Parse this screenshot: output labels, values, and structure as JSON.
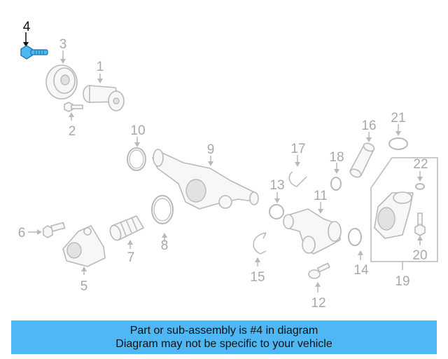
{
  "diagram": {
    "highlight_color": "#4fb8f4",
    "callouts": [
      {
        "id": "c1",
        "label": "1"
      },
      {
        "id": "c2",
        "label": "2"
      },
      {
        "id": "c3",
        "label": "3"
      },
      {
        "id": "c4",
        "label": "4"
      },
      {
        "id": "c5",
        "label": "5"
      },
      {
        "id": "c6",
        "label": "6"
      },
      {
        "id": "c7",
        "label": "7"
      },
      {
        "id": "c8",
        "label": "8"
      },
      {
        "id": "c9",
        "label": "9"
      },
      {
        "id": "c10",
        "label": "10"
      },
      {
        "id": "c11",
        "label": "11"
      },
      {
        "id": "c12",
        "label": "12"
      },
      {
        "id": "c13",
        "label": "13"
      },
      {
        "id": "c14",
        "label": "14"
      },
      {
        "id": "c15",
        "label": "15"
      },
      {
        "id": "c16",
        "label": "16"
      },
      {
        "id": "c17",
        "label": "17"
      },
      {
        "id": "c18",
        "label": "18"
      },
      {
        "id": "c19",
        "label": "19"
      },
      {
        "id": "c20",
        "label": "20"
      },
      {
        "id": "c21",
        "label": "21"
      },
      {
        "id": "c22",
        "label": "22"
      }
    ]
  },
  "banner": {
    "line1": "Part or sub-assembly is #4 in diagram",
    "line2": "Diagram may not be specific to your vehicle",
    "background": "#4fb8f4"
  }
}
